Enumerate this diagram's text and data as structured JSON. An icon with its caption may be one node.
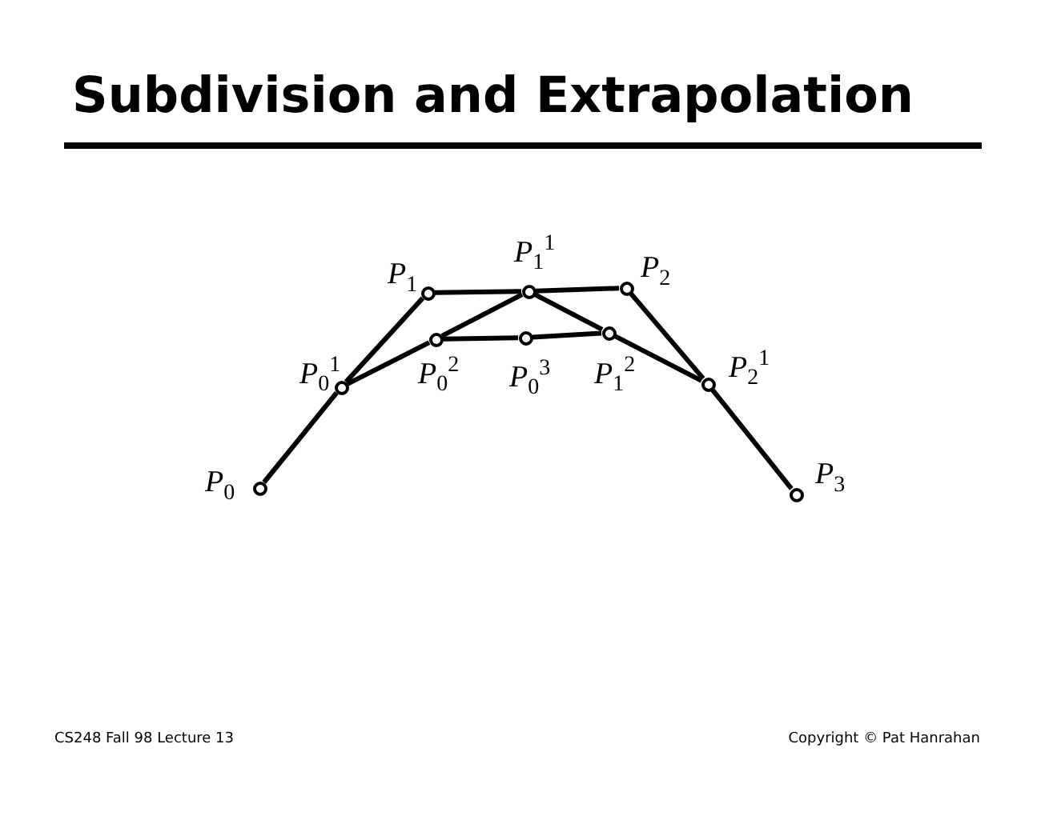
{
  "diagram": {
    "title": "Subdivision and Extrapolation",
    "nodes": [
      {
        "text": [],
        "shape": "circle",
        "beside": [
          "P$_{1}$$^{1}$"
        ]
      },
      {
        "text": [],
        "shape": "circle",
        "beside": [
          "P$_{1}$"
        ]
      },
      {
        "text": [],
        "shape": "circle",
        "beside": [
          "P$_{2}$"
        ]
      },
      {
        "text": [],
        "shape": "circle",
        "beside": [
          "P$_{0}$$^{2}$"
        ]
      },
      {
        "text": [],
        "shape": "circle",
        "beside": [
          "P$_{0}$$^{3}$"
        ]
      },
      {
        "text": [],
        "shape": "circle",
        "beside": [
          "P$_{1}$$^{2}$"
        ]
      },
      {
        "text": [],
        "shape": "circle",
        "beside": [
          "P$_{0}$$^{1}$"
        ]
      },
      {
        "text": [],
        "shape": "circle",
        "beside": [
          "P$_{2}$$^{1}$"
        ]
      },
      {
        "text": [],
        "shape": "circle",
        "beside": [
          "P$_{0}$"
        ]
      },
      {
        "text": [],
        "shape": "circle",
        "beside": [
          "P$_{3}$"
        ]
      }
    ],
    "edges": [
      {
        "from": 8,
        "to": 6,
        "arrow": "none"
      },
      {
        "from": 6,
        "to": 1,
        "arrow": "none"
      },
      {
        "from": 1,
        "to": 0,
        "arrow": "none"
      },
      {
        "from": 0,
        "to": 2,
        "arrow": "none"
      },
      {
        "from": 2,
        "to": 7,
        "arrow": "none"
      },
      {
        "from": 7,
        "to": 9,
        "arrow": "none"
      },
      {
        "from": 6,
        "to": 3,
        "arrow": "none"
      },
      {
        "from": 3,
        "to": 0,
        "arrow": "none"
      },
      {
        "from": 0,
        "to": 5,
        "arrow": "none"
      },
      {
        "from": 5,
        "to": 7,
        "arrow": "none"
      },
      {
        "from": 3,
        "to": 4,
        "arrow": "none"
      },
      {
        "from": 4,
        "to": 5,
        "arrow": "none"
      }
    ],
    "labels": [
      "CS248 Fall 98 Lecture 13",
      "Copyright © Pat Hanrahan"
    ]
  }
}
